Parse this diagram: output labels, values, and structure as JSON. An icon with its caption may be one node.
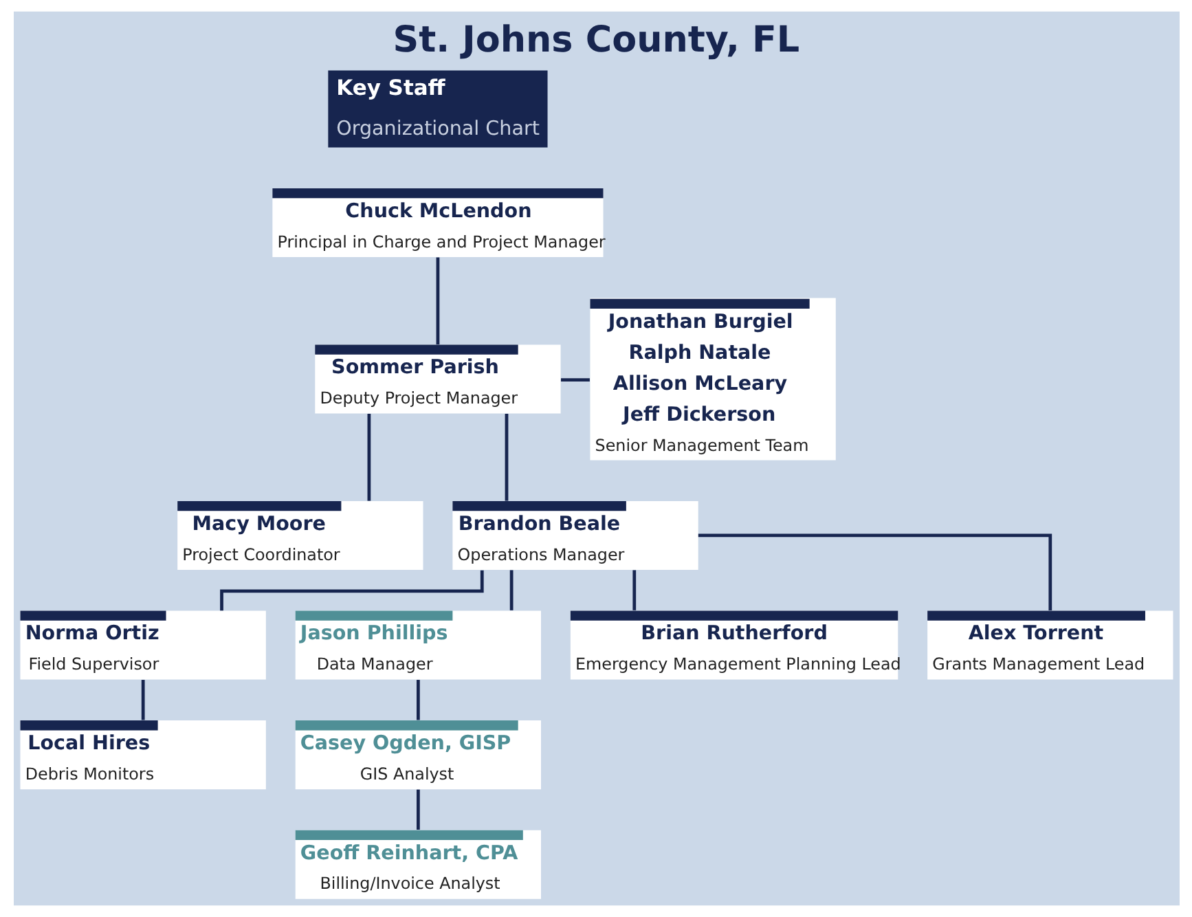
{
  "diagram": {
    "title": "St. Johns County, FL",
    "nodes": [
      {
        "text": [
          "Chuck McLendon",
          "Principal in Charge and Project Manager"
        ]
      },
      {
        "text": [
          "Sommer Parish",
          "Deputy Project Manager"
        ]
      },
      {
        "text": [
          "Jonathan Burgiel",
          "Ralph Natale",
          "Allison McLeary",
          "Jeff Dickerson",
          "Senior Management Team"
        ]
      },
      {
        "text": [
          "Macy Moore",
          "Project Coordinator"
        ]
      },
      {
        "text": [
          "Brandon Beale",
          "Operations Manager"
        ]
      },
      {
        "text": [
          "Norma Ortiz",
          "Field Supervisor"
        ]
      },
      {
        "text": [
          "Local Hires",
          "Debris Monitors"
        ]
      },
      {
        "text": [
          "Jason Phillips",
          "Data Manager"
        ]
      },
      {
        "text": [
          "Casey Ogden, GISP",
          "GIS Analyst"
        ]
      },
      {
        "text": [
          "Geoff Reinhart, CPA",
          "Billing/Invoice Analyst"
        ]
      },
      {
        "text": [
          "Brian Rutherford",
          "Emergency Management Planning Lead"
        ]
      },
      {
        "text": [
          "Alex Torrent",
          "Grants Management Lead"
        ]
      }
    ],
    "edges": [
      {
        "from": 0,
        "to": 1,
        "arrow": "none"
      },
      {
        "from": 1,
        "to": 2,
        "arrow": "none"
      },
      {
        "from": 1,
        "to": 3,
        "arrow": "none"
      },
      {
        "from": 1,
        "to": 4,
        "arrow": "none"
      },
      {
        "from": 4,
        "to": 5,
        "arrow": "none"
      },
      {
        "from": 4,
        "to": 7,
        "arrow": "none"
      },
      {
        "from": 4,
        "to": 10,
        "arrow": "none"
      },
      {
        "from": 4,
        "to": 11,
        "arrow": "none"
      },
      {
        "from": 5,
        "to": 6,
        "arrow": "none"
      },
      {
        "from": 7,
        "to": 8,
        "arrow": "none"
      },
      {
        "from": 8,
        "to": 9,
        "arrow": "none"
      }
    ],
    "labels": [
      "Key Staff",
      "Organizational Chart"
    ]
  }
}
